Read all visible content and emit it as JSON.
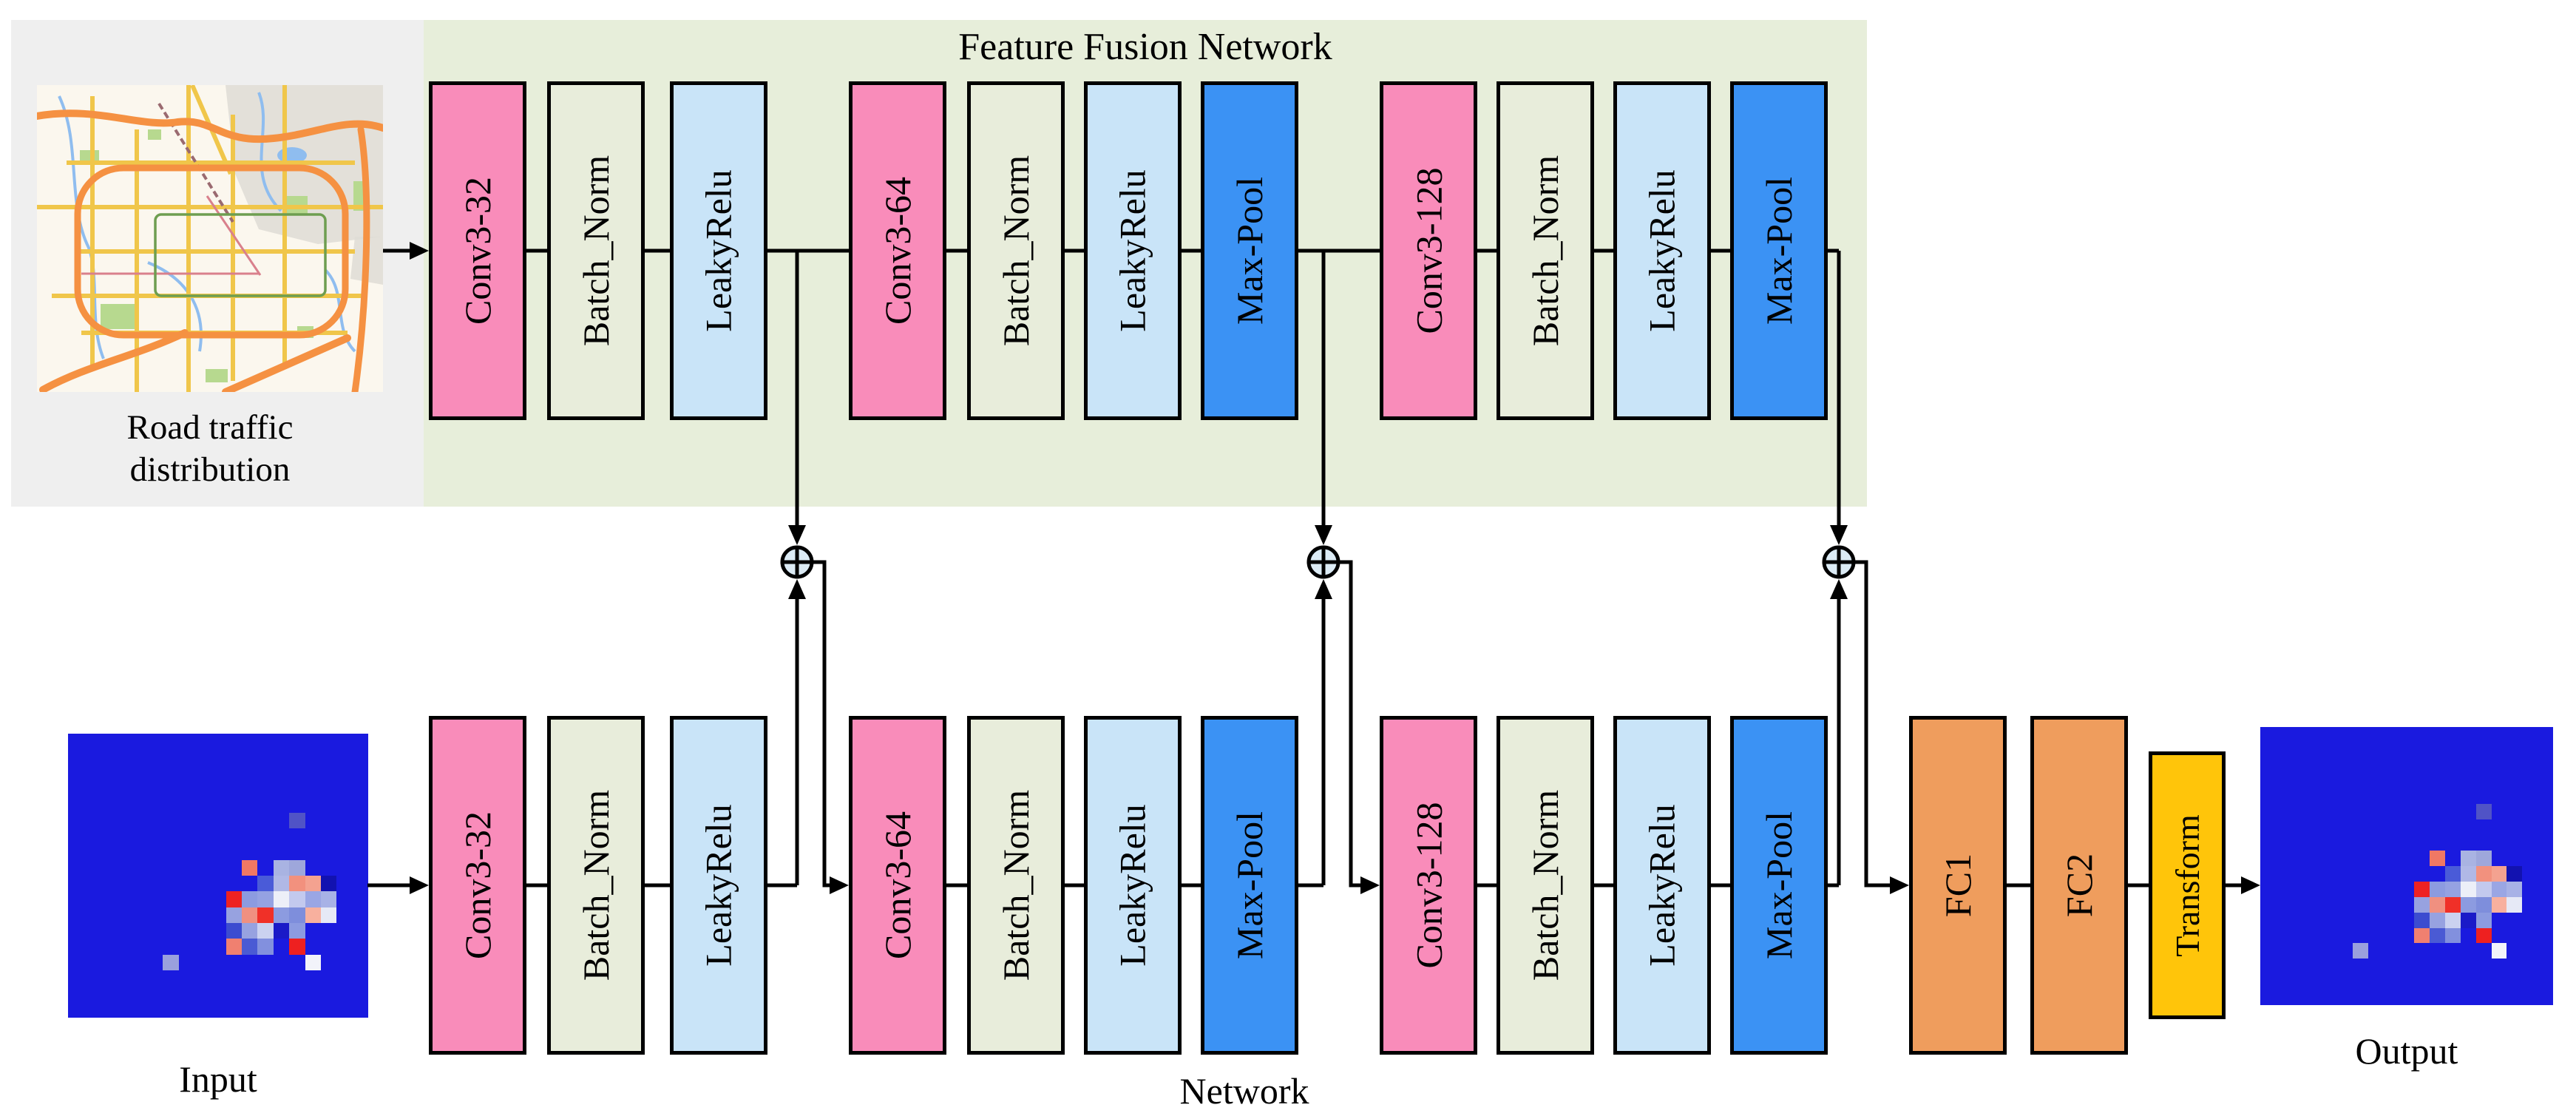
{
  "title": "Feature Fusion Network",
  "captions": {
    "map_line1": "Road traffic",
    "map_line2": "distribution",
    "input": "Input",
    "output": "Output",
    "network": "Network"
  },
  "ffn_layers": [
    {
      "label": "Conv3-32",
      "type": "conv"
    },
    {
      "label": "Batch_Norm",
      "type": "norm"
    },
    {
      "label": "LeakyRelu",
      "type": "act"
    },
    {
      "label": "Conv3-64",
      "type": "conv"
    },
    {
      "label": "Batch_Norm",
      "type": "norm"
    },
    {
      "label": "LeakyRelu",
      "type": "act"
    },
    {
      "label": "Max-Pool",
      "type": "pool"
    },
    {
      "label": "Conv3-128",
      "type": "conv"
    },
    {
      "label": "Batch_Norm",
      "type": "norm"
    },
    {
      "label": "LeakyRelu",
      "type": "act"
    },
    {
      "label": "Max-Pool",
      "type": "pool"
    }
  ],
  "net_layers": [
    {
      "label": "Conv3-32",
      "type": "conv"
    },
    {
      "label": "Batch_Norm",
      "type": "norm"
    },
    {
      "label": "LeakyRelu",
      "type": "act"
    },
    {
      "label": "Conv3-64",
      "type": "conv"
    },
    {
      "label": "Batch_Norm",
      "type": "norm"
    },
    {
      "label": "LeakyRelu",
      "type": "act"
    },
    {
      "label": "Max-Pool",
      "type": "pool"
    },
    {
      "label": "Conv3-128",
      "type": "conv"
    },
    {
      "label": "Batch_Norm",
      "type": "norm"
    },
    {
      "label": "LeakyRelu",
      "type": "act"
    },
    {
      "label": "Max-Pool",
      "type": "pool"
    },
    {
      "label": "FC1",
      "type": "fc"
    },
    {
      "label": "FC2",
      "type": "fc"
    },
    {
      "label": "Transform",
      "type": "transform"
    }
  ],
  "fusion": {
    "symbol": "plus-circle",
    "count": 3,
    "fill": "#DCEBF5"
  },
  "colors": {
    "conv": "#F98CBA",
    "norm": "#E8EDDB",
    "act": "#C9E4F8",
    "pool": "#3B92F4",
    "fc": "#EF9D5D",
    "transform": "#FFC50A",
    "ffn_panel": "#E7EEDA",
    "map_panel": "#EFEFEF",
    "line": "#000000"
  },
  "map_palette": {
    "bg": "#FBF7EE",
    "urban_gray": "#DEDCD5",
    "highway_orange": "#F59142",
    "road_yellow": "#F0C64A",
    "water_blue": "#8FBDEF",
    "park_green": "#B7D98F",
    "ring_green": "#6E9E50",
    "minor_red": "#D9808C",
    "rail_dark": "#9A6A70"
  },
  "heatmap": {
    "cols": 19,
    "rows": 18,
    "base": "#1A1ADF",
    "cells": [
      {
        "c": 14,
        "r": 5,
        "color": "#5053C6"
      },
      {
        "c": 11,
        "r": 8,
        "color": "#F07864"
      },
      {
        "c": 13,
        "r": 8,
        "color": "#A9B3E2"
      },
      {
        "c": 14,
        "r": 8,
        "color": "#9EA7DB"
      },
      {
        "c": 12,
        "r": 9,
        "color": "#4A5BD8"
      },
      {
        "c": 13,
        "r": 9,
        "color": "#B0B8E6"
      },
      {
        "c": 14,
        "r": 9,
        "color": "#F2917E"
      },
      {
        "c": 15,
        "r": 9,
        "color": "#F4A290"
      },
      {
        "c": 16,
        "r": 9,
        "color": "#1212B0"
      },
      {
        "c": 10,
        "r": 10,
        "color": "#EE2222"
      },
      {
        "c": 11,
        "r": 10,
        "color": "#8C9BE0"
      },
      {
        "c": 12,
        "r": 10,
        "color": "#95A2E2"
      },
      {
        "c": 13,
        "r": 10,
        "color": "#EDEFF8"
      },
      {
        "c": 14,
        "r": 10,
        "color": "#C3C9EE"
      },
      {
        "c": 15,
        "r": 10,
        "color": "#9AA6E4"
      },
      {
        "c": 16,
        "r": 10,
        "color": "#A8B2E6"
      },
      {
        "c": 10,
        "r": 11,
        "color": "#97A2E0"
      },
      {
        "c": 11,
        "r": 11,
        "color": "#F09080"
      },
      {
        "c": 12,
        "r": 11,
        "color": "#F03028"
      },
      {
        "c": 13,
        "r": 11,
        "color": "#8C9BE0"
      },
      {
        "c": 14,
        "r": 11,
        "color": "#7E8EDC"
      },
      {
        "c": 15,
        "r": 11,
        "color": "#F8B09E"
      },
      {
        "c": 16,
        "r": 11,
        "color": "#E6E9F6"
      },
      {
        "c": 10,
        "r": 12,
        "color": "#3C4CD0"
      },
      {
        "c": 11,
        "r": 12,
        "color": "#97A2E0"
      },
      {
        "c": 12,
        "r": 12,
        "color": "#CBD2F0"
      },
      {
        "c": 13,
        "r": 12,
        "color": "#1A1AC8"
      },
      {
        "c": 14,
        "r": 12,
        "color": "#8C9BE0"
      },
      {
        "c": 10,
        "r": 13,
        "color": "#F08070"
      },
      {
        "c": 11,
        "r": 13,
        "color": "#4A5AD4"
      },
      {
        "c": 12,
        "r": 13,
        "color": "#8290DE"
      },
      {
        "c": 14,
        "r": 13,
        "color": "#EE2020"
      },
      {
        "c": 6,
        "r": 14,
        "color": "#9AA0DD"
      },
      {
        "c": 15,
        "r": 14,
        "color": "#F2F3FA"
      }
    ]
  }
}
